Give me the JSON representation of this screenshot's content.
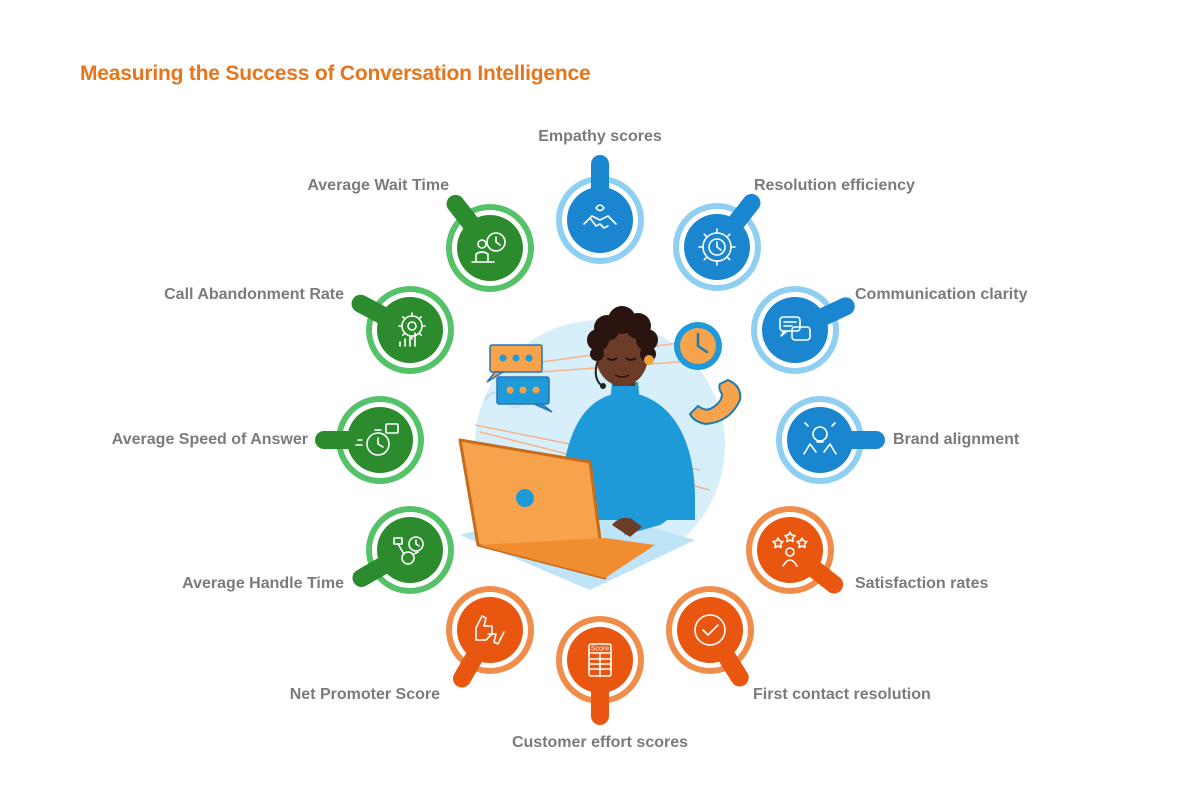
{
  "title": "Measuring the Success of Conversation Intelligence",
  "palette": {
    "title": "#e8741c",
    "label": "#7b7b7b",
    "green_dark": "#2c8b2c",
    "green_light": "#55c26a",
    "blue_dark": "#1a86d0",
    "blue_light": "#8fd0f2",
    "orange_dark": "#e8560f",
    "orange_light": "#f08d4a",
    "illustration_bg": "#d6effb"
  },
  "center_illustration": {
    "laptop_icon": "laptop-icon",
    "chat_icons": [
      "chat-bubble-icon",
      "chat-bubble-icon"
    ],
    "clock_icon": "clock-icon",
    "phone_icon": "phone-icon"
  },
  "metrics": [
    {
      "id": "empathy-scores",
      "label": "Empathy scores",
      "color": "blue",
      "icon": "handshake-icon"
    },
    {
      "id": "resolution-efficiency",
      "label": "Resolution efficiency",
      "color": "blue",
      "icon": "gear-clock-icon"
    },
    {
      "id": "communication-clarity",
      "label": "Communication clarity",
      "color": "blue",
      "icon": "chat-bubbles-icon"
    },
    {
      "id": "brand-alignment",
      "label": "Brand alignment",
      "color": "blue",
      "icon": "idea-hands-icon"
    },
    {
      "id": "satisfaction-rates",
      "label": "Satisfaction rates",
      "color": "orange",
      "icon": "stars-person-icon"
    },
    {
      "id": "first-contact-resolution",
      "label": "First contact resolution",
      "color": "orange",
      "icon": "checkmark-icon"
    },
    {
      "id": "customer-effort-scores",
      "label": "Customer effort scores",
      "color": "orange",
      "icon": "scorecard-icon",
      "icon_text": "Score"
    },
    {
      "id": "net-promoter-score",
      "label": "Net Promoter Score",
      "color": "orange",
      "icon": "thumbs-icon"
    },
    {
      "id": "average-handle-time",
      "label": "Average Handle Time",
      "color": "green",
      "icon": "workflow-clock-icon"
    },
    {
      "id": "average-speed-of-answer",
      "label": "Average Speed of Answer",
      "color": "green",
      "icon": "stopwatch-icon"
    },
    {
      "id": "call-abandonment-rate",
      "label": "Call Abandonment Rate",
      "color": "green",
      "icon": "gear-chart-icon"
    },
    {
      "id": "average-wait-time",
      "label": "Average Wait Time",
      "color": "green",
      "icon": "waiting-person-icon"
    }
  ]
}
